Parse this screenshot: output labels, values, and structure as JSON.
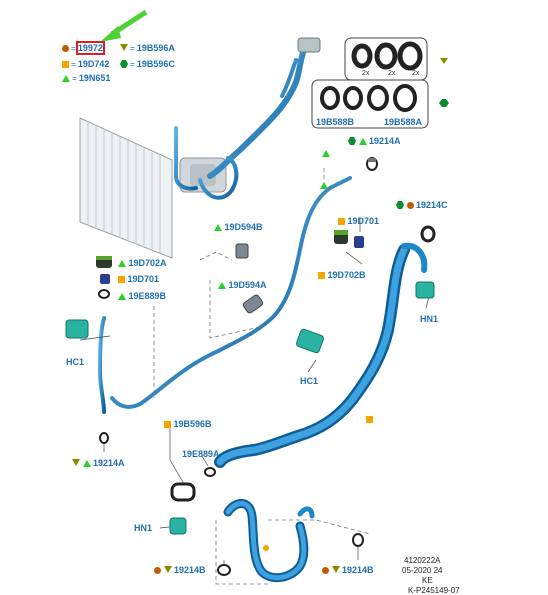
{
  "legend": [
    {
      "symbol": "dot-orange",
      "part": "19972",
      "highlighted": true
    },
    {
      "symbol": "triangle-olive",
      "part": "19B596A"
    },
    {
      "symbol": "square-orange",
      "part": "19D742"
    },
    {
      "symbol": "hexagon-green",
      "part": "19B596C"
    },
    {
      "symbol": "triangle-green",
      "part": "19N651"
    }
  ],
  "gasket_kits": {
    "kit_1_qty": [
      "2x",
      "2x",
      "2x"
    ],
    "kit_2_labels": [
      "19B588B",
      "19B588A"
    ]
  },
  "parts": {
    "p_19214A_top": "19214A",
    "p_19D701_right": "19D701",
    "p_19214C": "19214C",
    "p_19D702B": "19D702B",
    "p_HN1_right": "HN1",
    "p_19D594B": "19D594B",
    "p_19D594A": "19D594A",
    "p_19D702A": "19D702A",
    "p_19D701_left": "19D701",
    "p_19E889B": "19E889B",
    "p_HC1_left": "HC1",
    "p_HC1_mid": "HC1",
    "p_19214A_bottom": "19214A",
    "p_19B596B": "19B596B",
    "p_19E889A": "19E889A",
    "p_HN1_bottom": "HN1",
    "p_19214B_left": "19214B",
    "p_19214B_right": "19214B"
  },
  "footer": [
    "4120222A",
    "05-2020 24",
    "KE",
    "K-P245149-07"
  ],
  "colors": {
    "label_blue": "#1f6fb5",
    "pipe_blue": "#1e88c7",
    "highlight_red": "#e01b24",
    "arrow_green": "#4cd137",
    "seal_green": "#0fa89a"
  }
}
